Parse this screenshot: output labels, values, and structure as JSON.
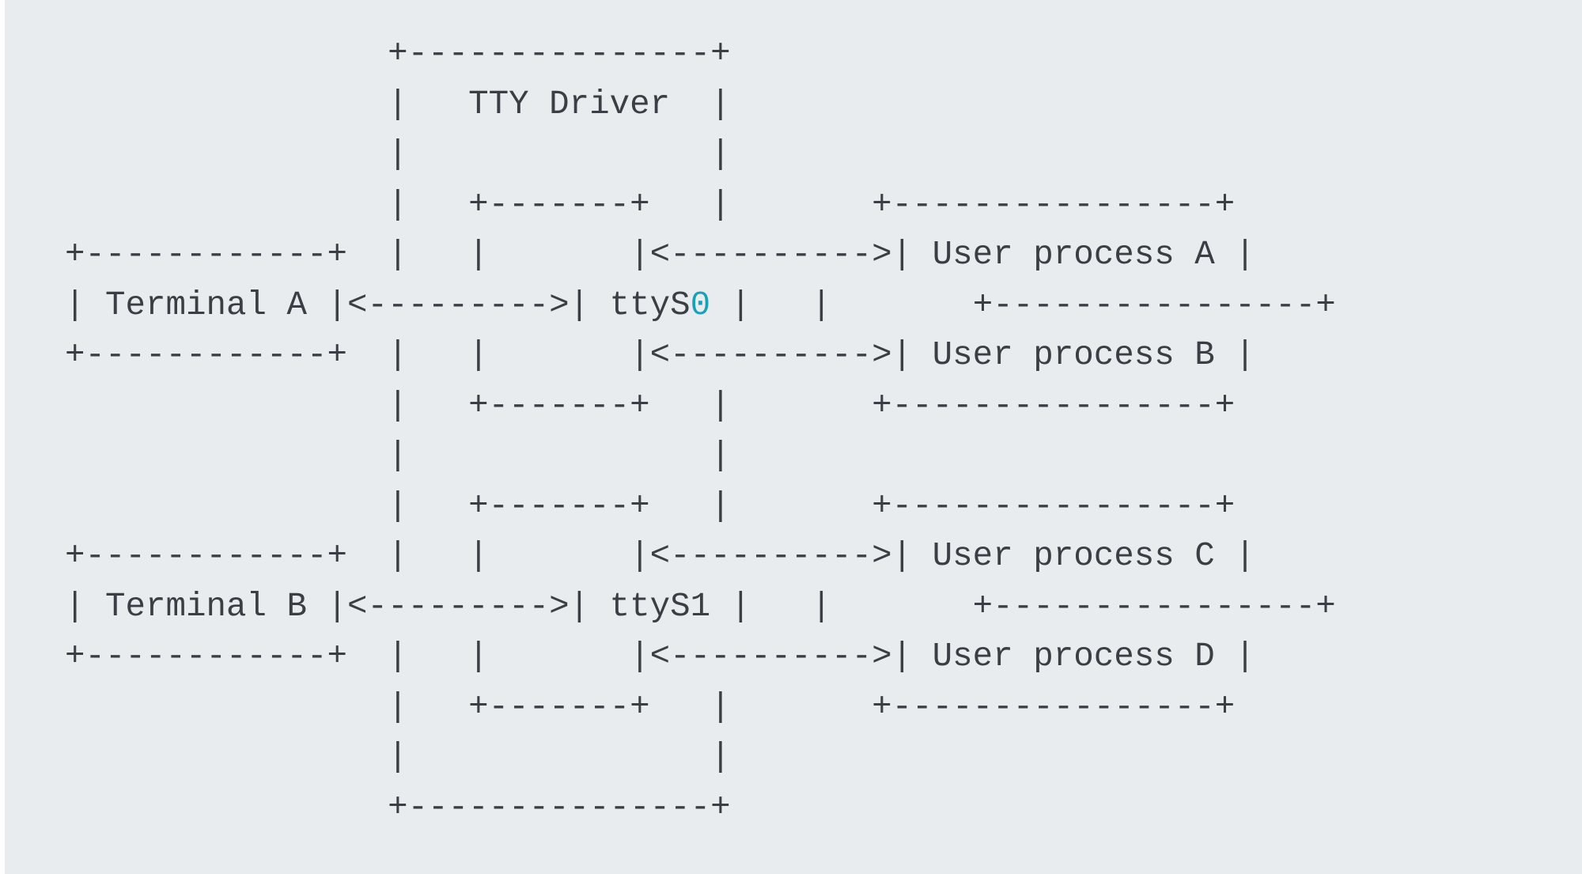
{
  "diagram": {
    "lines": [
      "                +---------------+",
      "                |   TTY Driver  |",
      "                |               |",
      "                |   +-------+   |       +----------------+",
      "+------------+  |   |       |<---------->| User process A |",
      "| Terminal A |<--------->| ttyS0 |   |       +----------------+",
      "+------------+  |   |       |<---------->| User process B |",
      "                |   +-------+   |       +----------------+",
      "                |               |",
      "                |   +-------+   |       +----------------+",
      "+------------+  |   |       |<---------->| User process C |",
      "| Terminal B |<--------->| ttyS1 |   |       +----------------+",
      "+------------+  |   |       |<---------->| User process D |",
      "                |   +-------+   |       +----------------+",
      "                |               |",
      "                +---------------+"
    ],
    "terminal_a_pre": "| Terminal A |<--------->| ttyS",
    "terminal_a_num": "0",
    "terminal_a_post": " |   |       +----------------+"
  }
}
